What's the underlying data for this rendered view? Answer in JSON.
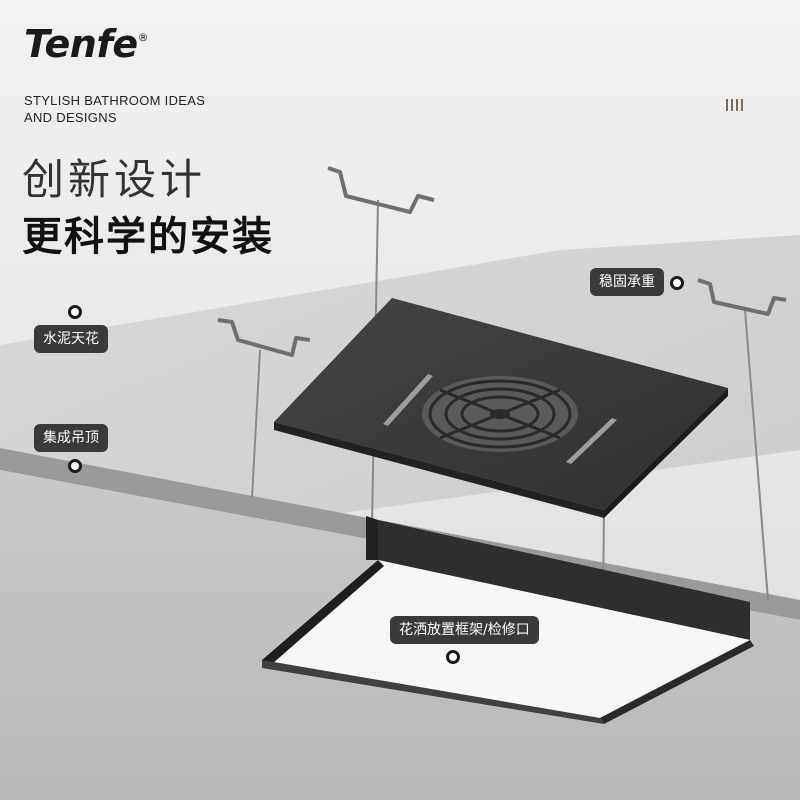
{
  "brand": {
    "name": "Tenfe",
    "mark": "®"
  },
  "tagline": {
    "line1": "STYLISH BATHROOM IDEAS",
    "line2": "AND DESIGNS"
  },
  "headline": {
    "light": "创新设计",
    "bold": "更科学的安装"
  },
  "labels": {
    "concrete_ceiling": "水泥天花",
    "load_bearing": "稳固承重",
    "integrated_ceiling": "集成吊顶",
    "access_frame": "花洒放置框架/检修口"
  },
  "colors": {
    "panel": "#3b3b3b",
    "label_bg": "#3a3a3a",
    "accent_bars": "#7a6a58"
  }
}
